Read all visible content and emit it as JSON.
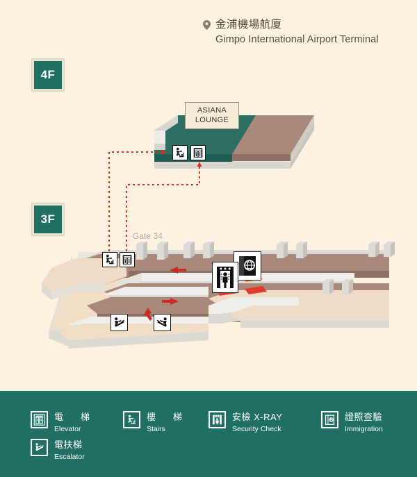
{
  "header": {
    "pin_icon": "location-pin-icon",
    "title_zh": "金浦機場航廈",
    "title_en": "Gimpo International Airport Terminal"
  },
  "floors": [
    {
      "id": "4F",
      "label": "4F"
    },
    {
      "id": "3F",
      "label": "3F"
    }
  ],
  "map": {
    "lounge": {
      "line1": "ASIANA",
      "line2": "LOUNGE"
    },
    "gate_label": "Gate 34",
    "icons_4f": [
      {
        "name": "stairs-icon",
        "label": "Stairs"
      },
      {
        "name": "elevator-icon",
        "label": "Elevator"
      }
    ],
    "icons_3f": [
      {
        "name": "stairs-icon",
        "label": "Stairs"
      },
      {
        "name": "elevator-icon",
        "label": "Elevator"
      },
      {
        "name": "escalator-up-icon",
        "label": "Escalator Up"
      },
      {
        "name": "escalator-down-icon",
        "label": "Escalator Down"
      },
      {
        "name": "security-check-icon",
        "label": "Security Check"
      },
      {
        "name": "immigration-icon",
        "label": "Immigration"
      }
    ],
    "route_color": "#d93025",
    "floor_color": "#a9897a",
    "wall_color": "#dedad5",
    "lounge_color": "#2d6e62"
  },
  "legend": {
    "items": [
      {
        "icon": "elevator-icon",
        "zh": "電　梯",
        "en": "Elevator"
      },
      {
        "icon": "stairs-icon",
        "zh": "樓　梯",
        "en": "Stairs"
      },
      {
        "icon": "security-check-icon",
        "zh": "安檢 X-RAY",
        "en": "Security Check"
      },
      {
        "icon": "immigration-icon",
        "zh": "證照查驗",
        "en": "Immigration"
      },
      {
        "icon": "escalator-icon",
        "zh": "電扶梯",
        "en": "Escalator"
      }
    ]
  },
  "colors": {
    "background": "#fdf2df",
    "brand_teal": "#1f7063",
    "text_brown": "#5a4b3c",
    "route_red": "#d93025"
  }
}
